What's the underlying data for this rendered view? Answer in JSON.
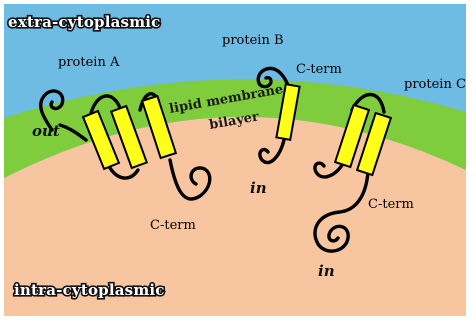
{
  "regions": {
    "extra": "extra-cytoplasmic",
    "intra": "intra-cytoplasmic"
  },
  "membrane": {
    "label_line1": "lipid membrane",
    "label_line2": "bilayer"
  },
  "protein_a": {
    "name": "protein A",
    "n_side": "out",
    "c_term": "C-term"
  },
  "protein_b": {
    "name": "protein B",
    "c_term": "C-term",
    "n_side": "in"
  },
  "protein_c": {
    "name": "protein C",
    "c_term": "C-term",
    "n_side": "in"
  },
  "colors": {
    "extra": "#6ebbe3",
    "intra": "#f7c6a0",
    "membrane": "#7fcc3d",
    "helix": "#ffff1a"
  }
}
